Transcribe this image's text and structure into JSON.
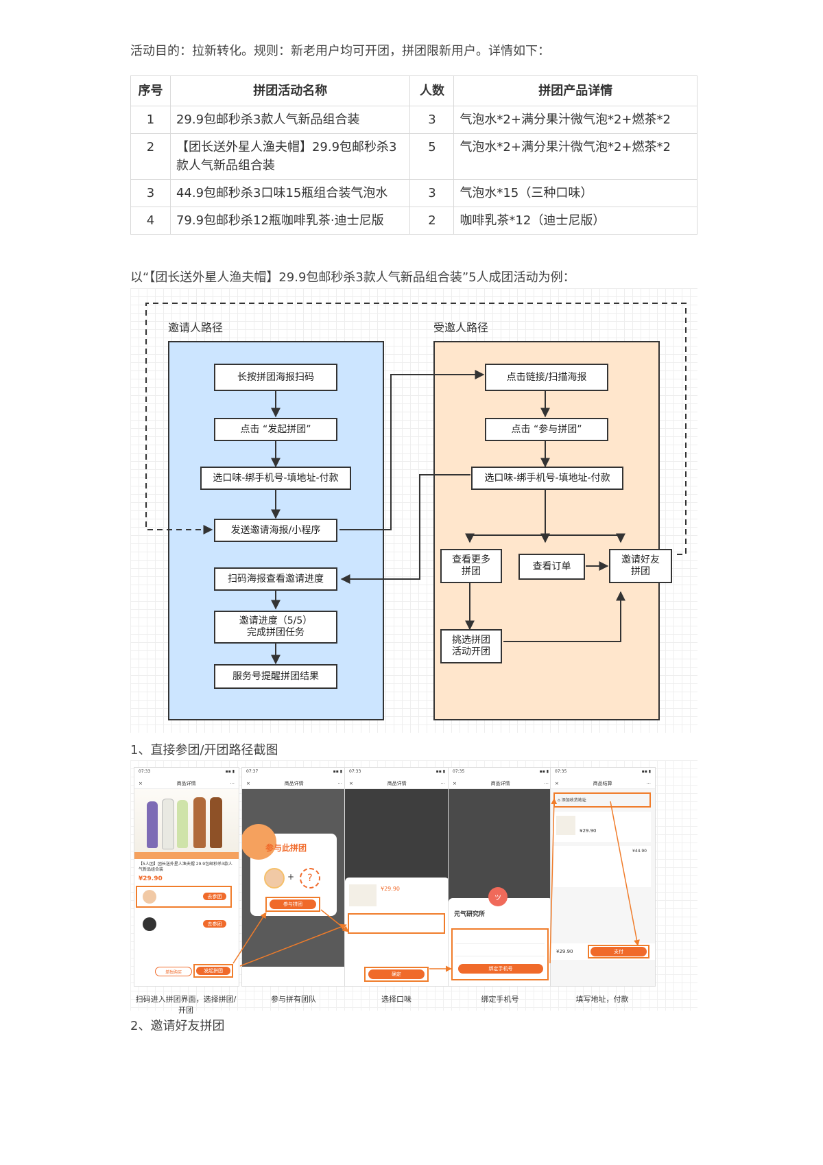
{
  "intro": "活动目的：拉新转化。规则：新老用户均可开团，拼团限新用户。详情如下：",
  "table": {
    "headers": [
      "序号",
      "拼团活动名称",
      "人数",
      "拼团产品详情"
    ],
    "rows": [
      [
        "1",
        "29.9包邮秒杀3款人气新品组合装",
        "3",
        "气泡水*2+满分果汁微气泡*2+燃茶*2"
      ],
      [
        "2",
        "【团长送外星人渔夫帽】29.9包邮秒杀3款人气新品组合装",
        "5",
        "气泡水*2+满分果汁微气泡*2+燃茶*2"
      ],
      [
        "3",
        "44.9包邮秒杀3口味15瓶组合装气泡水",
        "3",
        "气泡水*15（三种口味）"
      ],
      [
        "4",
        "79.9包邮秒杀12瓶咖啡乳茶·迪士尼版",
        "2",
        "咖啡乳茶*12（迪士尼版）"
      ]
    ]
  },
  "example_caption": "以“【团长送外星人渔夫帽】29.9包邮秒杀3款人气新品组合装”5人成团活动为例：",
  "flowchart": {
    "lane_inviter": "邀请人路径",
    "lane_invitee": "受邀人路径",
    "inviter_steps": [
      "长按拼团海报扫码",
      "点击 “发起拼团”",
      "选口味-绑手机号-填地址-付款",
      "发送邀请海报/小程序",
      "扫码海报查看邀请进度",
      "邀请进度（5/5）\n完成拼团任务",
      "服务号提醒拼团结果"
    ],
    "invitee_steps": [
      "点击链接/扫描海报",
      "点击 “参与拼团”",
      "选口味-绑手机号-填地址-付款",
      "查看更多\n拼团",
      "查看订单",
      "邀请好友\n拼团",
      "挑选拼团\n活动开团"
    ]
  },
  "section1": "1、直接参团/开团路径截图",
  "screens": {
    "captions": [
      "扫码进入拼团界面，选择拼团/开团",
      "参与拼有团队",
      "选择口味",
      "绑定手机号",
      "填写地址，付款"
    ],
    "nav_titles": [
      "商品详情",
      "商品详情",
      "商品详情",
      "商品详情",
      "商品结算"
    ],
    "join_popup_title": "参与此拼团",
    "brand": "元气研究所",
    "price": "¥29.90",
    "price_alt": "¥44.90"
  },
  "section2": "2、邀请好友拼团",
  "colors": {
    "lane_blue": "#cce5ff",
    "lane_peach": "#ffe6cc",
    "highlight": "#f07c2a",
    "button": "#f06a2a"
  }
}
